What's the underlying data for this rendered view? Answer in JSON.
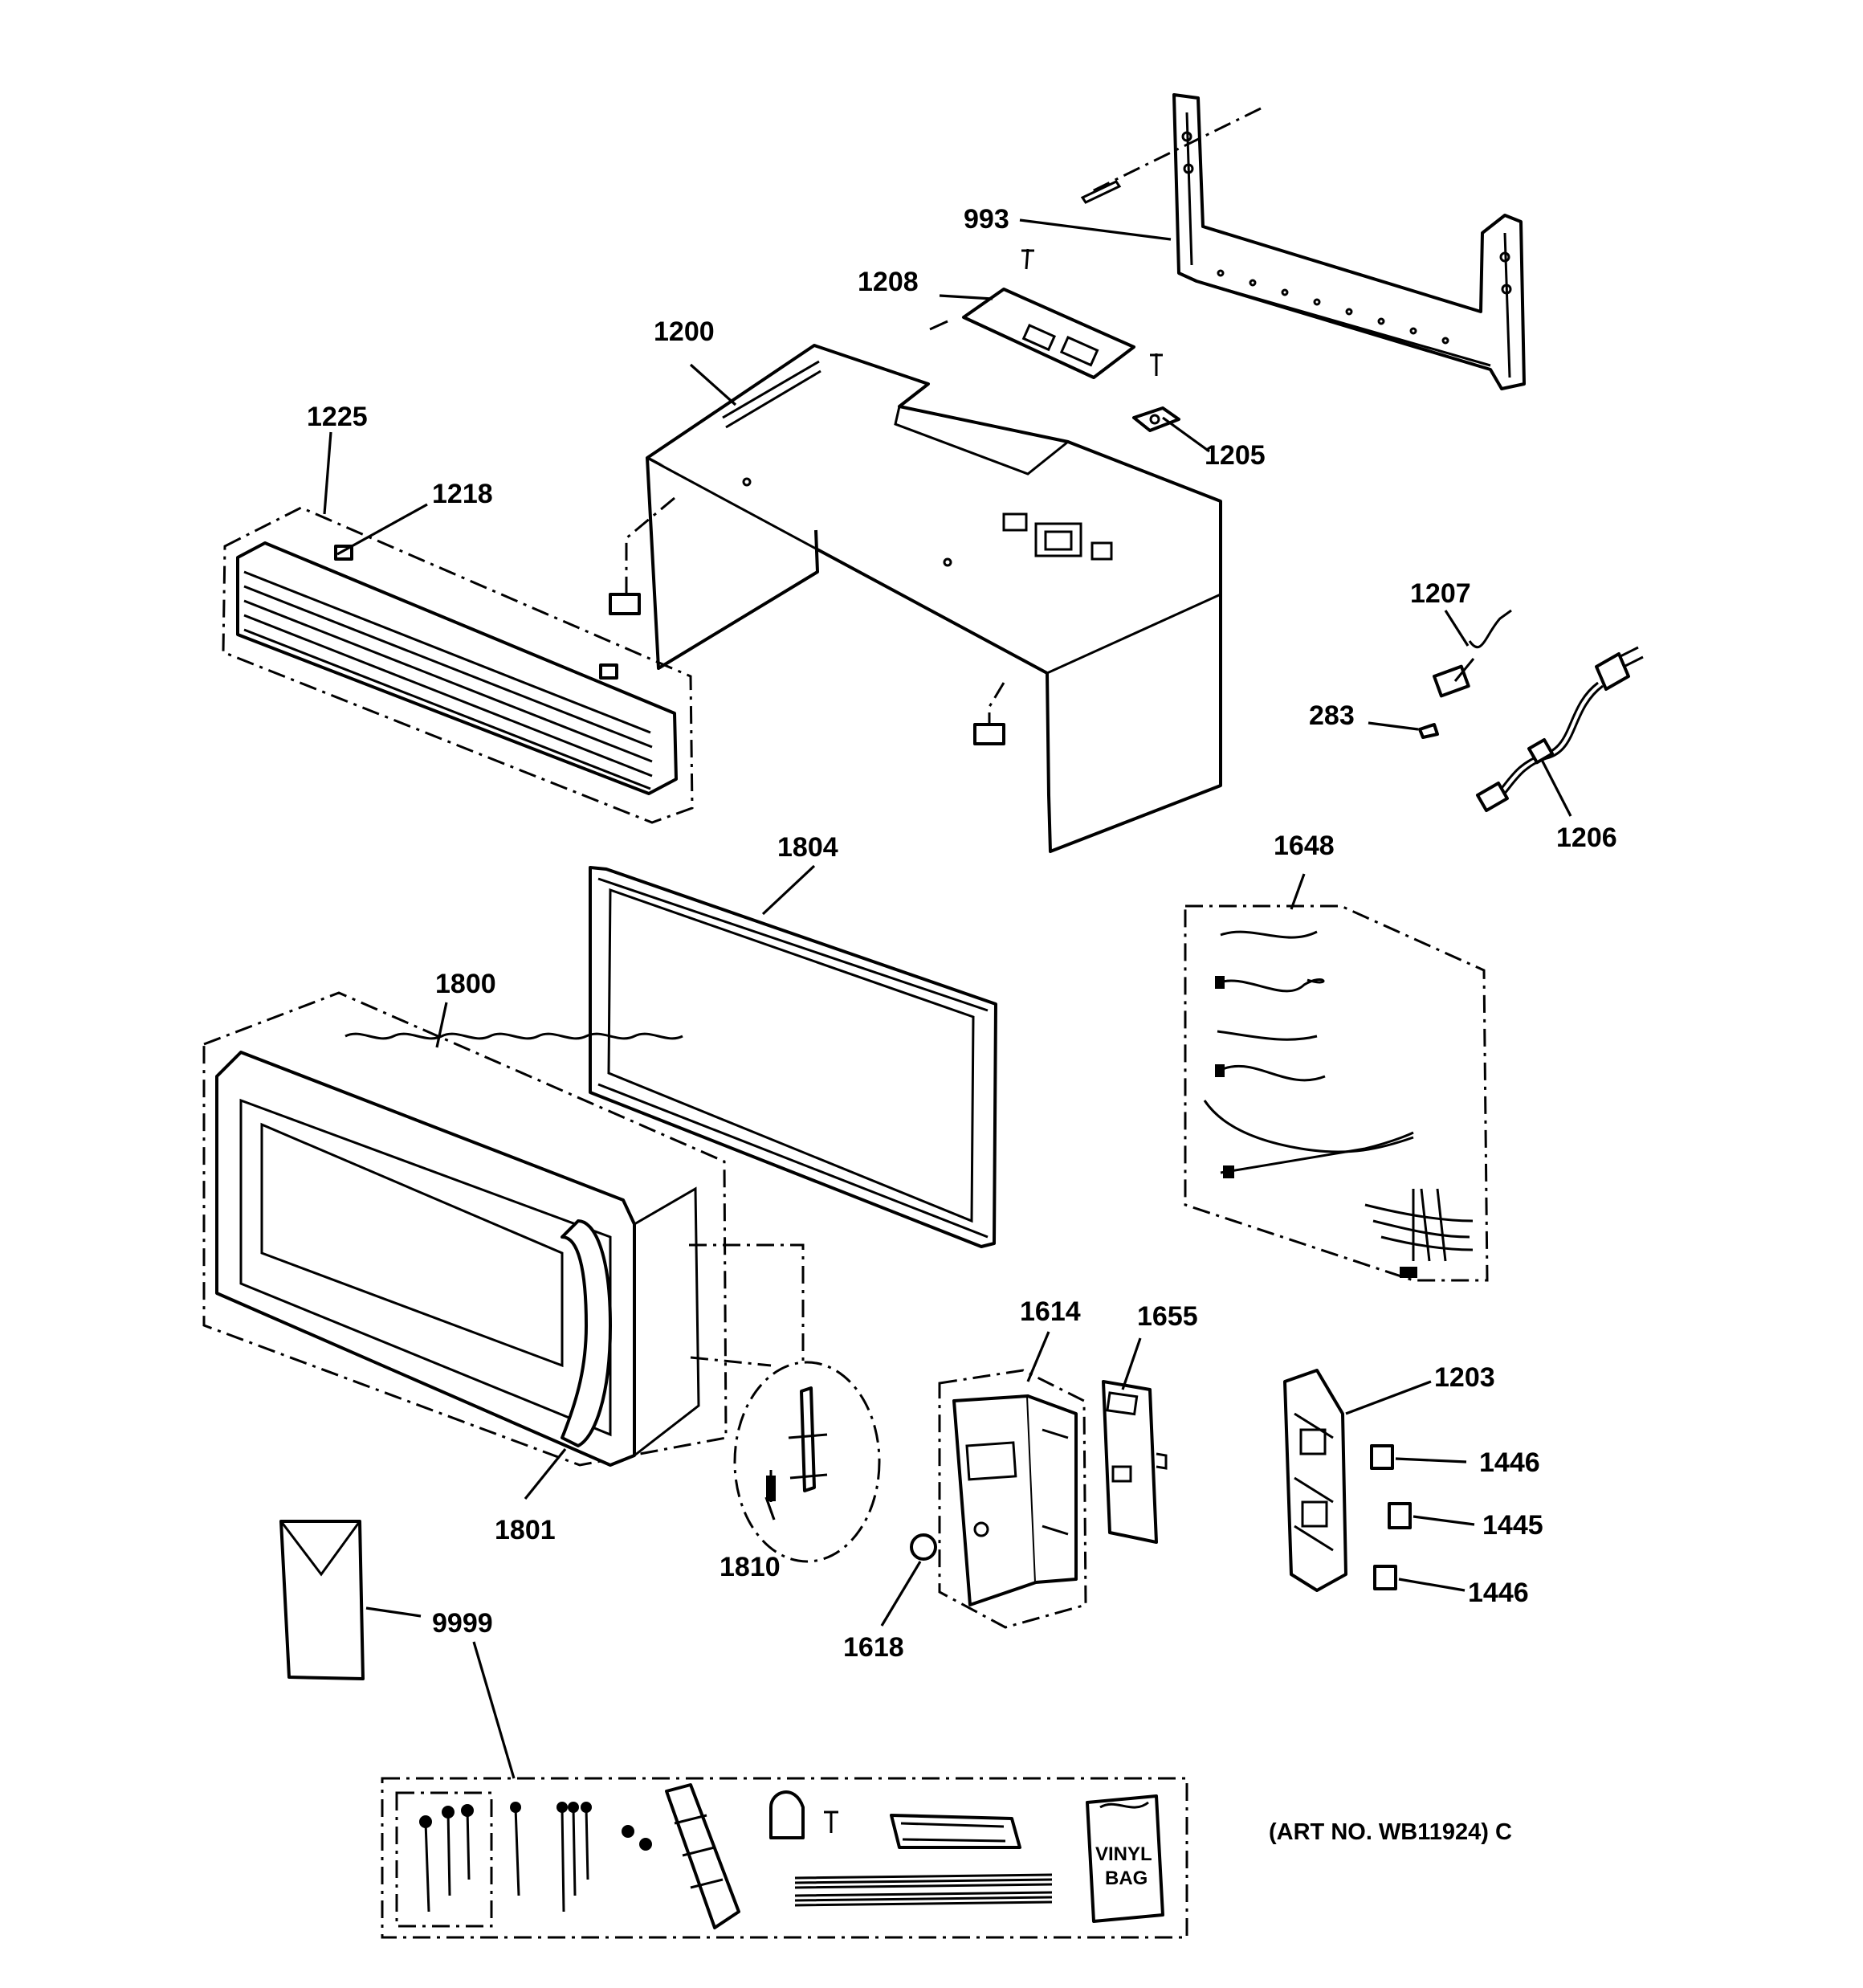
{
  "callouts": {
    "c993": "993",
    "c1208": "1208",
    "c1200": "1200",
    "c1225": "1225",
    "c1218": "1218",
    "c1205": "1205",
    "c1207": "1207",
    "c283": "283",
    "c1206": "1206",
    "c1804": "1804",
    "c1648": "1648",
    "c1800": "1800",
    "c1614": "1614",
    "c1655": "1655",
    "c1203": "1203",
    "c1446a": "1446",
    "c1445": "1445",
    "c1446b": "1446",
    "c1801": "1801",
    "c1810": "1810",
    "c1618": "1618",
    "c9999": "9999"
  },
  "bag_label": {
    "line1": "VINYL",
    "line2": "BAG"
  },
  "art_number": "(ART NO. WB11924) C"
}
